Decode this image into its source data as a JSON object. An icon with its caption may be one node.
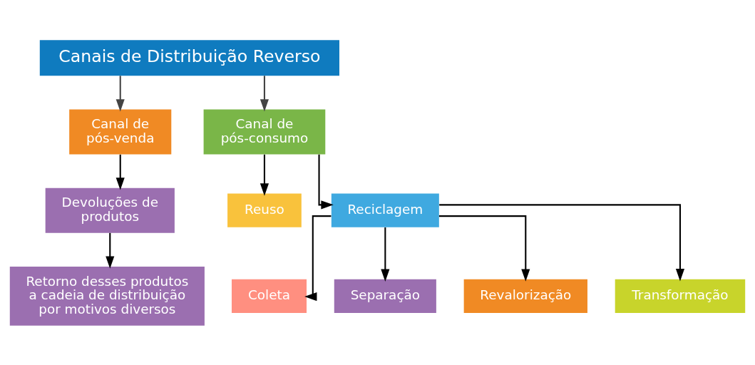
{
  "diagram": {
    "nodes": [
      {
        "text": [
          "Canais de Distribuição Reverso"
        ]
      },
      {
        "text": [
          "Devoluções de produtos"
        ]
      },
      {
        "text": [
          "Retorno desses produtos a cadeia de distribuição por motivos diversos"
        ]
      },
      {
        "text": [
          "Canal de pós-venda"
        ]
      },
      {
        "text": [
          "Canal de pós-consumo"
        ]
      },
      {
        "text": [
          "Reuso"
        ]
      },
      {
        "text": [
          "Reciclagem"
        ]
      },
      {
        "text": [
          "Coleta"
        ]
      },
      {
        "text": [
          "Separação"
        ]
      },
      {
        "text": [
          "Revalorização"
        ]
      },
      {
        "text": [
          "Transformação"
        ]
      }
    ],
    "edges": [
      {
        "from": 0,
        "to": 3,
        "arrow": "to"
      },
      {
        "from": 0,
        "to": 4,
        "arrow": "to"
      },
      {
        "from": 3,
        "to": 1,
        "arrow": "to"
      },
      {
        "from": 1,
        "to": 2,
        "arrow": "to"
      },
      {
        "from": 4,
        "to": 5,
        "arrow": "to"
      },
      {
        "from": 4,
        "to": 6,
        "arrow": "to"
      },
      {
        "from": 6,
        "to": 7,
        "arrow": "to"
      },
      {
        "from": 6,
        "to": 8,
        "arrow": "to"
      },
      {
        "from": 6,
        "to": 9,
        "arrow": "to"
      },
      {
        "from": 6,
        "to": 10,
        "arrow": "to"
      }
    ]
  }
}
